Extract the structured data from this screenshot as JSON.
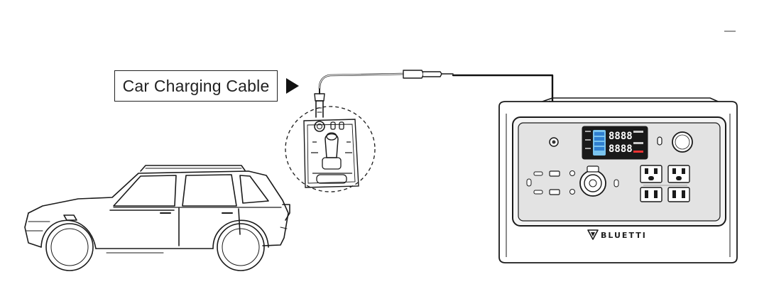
{
  "callout": {
    "label": "Car Charging Cable"
  },
  "station": {
    "brand": "BLUETTI",
    "display": {
      "top_reading": "8888",
      "bottom_reading": "8888"
    }
  },
  "icons": {
    "pointer": "right-triangle-arrow",
    "logo": "bluetti-logo-mark"
  }
}
